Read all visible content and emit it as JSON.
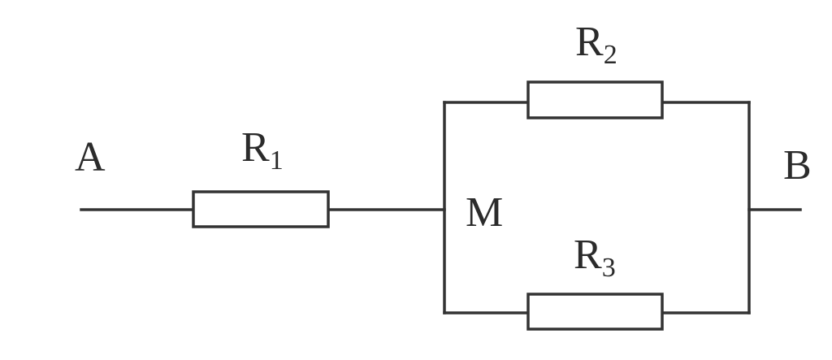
{
  "diagram": {
    "terminals": {
      "a": "A",
      "b": "B",
      "m": "M"
    },
    "resistors": {
      "r1": {
        "letter": "R",
        "sub": "1"
      },
      "r2": {
        "letter": "R",
        "sub": "2"
      },
      "r3": {
        "letter": "R",
        "sub": "3"
      }
    }
  }
}
